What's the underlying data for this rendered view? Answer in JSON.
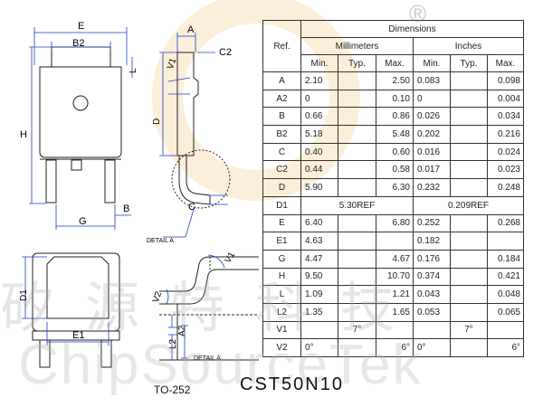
{
  "watermark": {
    "registered_mark": "®",
    "chinese_text": "矽源特科技",
    "english_text": "ChipSourceTek"
  },
  "drawing": {
    "labels": {
      "E": "E",
      "B2": "B2",
      "L": "L",
      "H": "H",
      "G": "G",
      "B": "B",
      "A": "A",
      "C2": "C2",
      "V1": "V1",
      "D": "D",
      "C": "C",
      "detail_a": "DETAIL A",
      "D1": "D1",
      "E1": "E1",
      "V2": "V2",
      "A2": "A2",
      "L2": "L2",
      "detail_a2": "DETAIL A"
    },
    "package_name": "TO-252",
    "part_number": "CST50N10"
  },
  "table": {
    "ref_header": "Ref.",
    "dimensions_header": "Dimensions",
    "millimeters_header": "Millimeters",
    "inches_header": "Inches",
    "sub_headers": [
      "Min.",
      "Typ.",
      "Max.",
      "Min.",
      "Typ.",
      "Max."
    ],
    "rows": [
      {
        "ref": "A",
        "mm_min": "2.10",
        "mm_typ": "",
        "mm_max": "2.50",
        "in_min": "0.083",
        "in_typ": "",
        "in_max": "0.098"
      },
      {
        "ref": "A2",
        "mm_min": "0",
        "mm_typ": "",
        "mm_max": "0.10",
        "in_min": "0",
        "in_typ": "",
        "in_max": "0.004"
      },
      {
        "ref": "B",
        "mm_min": "0.66",
        "mm_typ": "",
        "mm_max": "0.86",
        "in_min": "0.026",
        "in_typ": "",
        "in_max": "0.034"
      },
      {
        "ref": "B2",
        "mm_min": "5.18",
        "mm_typ": "",
        "mm_max": "5.48",
        "in_min": "0.202",
        "in_typ": "",
        "in_max": "0.216"
      },
      {
        "ref": "C",
        "mm_min": "0.40",
        "mm_typ": "",
        "mm_max": "0.60",
        "in_min": "0.016",
        "in_typ": "",
        "in_max": "0.024"
      },
      {
        "ref": "C2",
        "mm_min": "0.44",
        "mm_typ": "",
        "mm_max": "0.58",
        "in_min": "0.017",
        "in_typ": "",
        "in_max": "0.023"
      },
      {
        "ref": "D",
        "mm_min": "5.90",
        "mm_typ": "",
        "mm_max": "6.30",
        "in_min": "0.232",
        "in_typ": "",
        "in_max": "0.248"
      },
      {
        "ref": "D1",
        "mm_ref": "5.30REF",
        "in_ref": "0.209REF"
      },
      {
        "ref": "E",
        "mm_min": "6.40",
        "mm_typ": "",
        "mm_max": "6.80",
        "in_min": "0.252",
        "in_typ": "",
        "in_max": "0.268"
      },
      {
        "ref": "E1",
        "mm_min": "4.63",
        "mm_typ": "",
        "mm_max": "",
        "in_min": "0.182",
        "in_typ": "",
        "in_max": ""
      },
      {
        "ref": "G",
        "mm_min": "4.47",
        "mm_typ": "",
        "mm_max": "4.67",
        "in_min": "0.176",
        "in_typ": "",
        "in_max": "0.184"
      },
      {
        "ref": "H",
        "mm_min": "9.50",
        "mm_typ": "",
        "mm_max": "10.70",
        "in_min": "0.374",
        "in_typ": "",
        "in_max": "0.421"
      },
      {
        "ref": "L",
        "mm_min": "1.09",
        "mm_typ": "",
        "mm_max": "1.21",
        "in_min": "0.043",
        "in_typ": "",
        "in_max": "0.048"
      },
      {
        "ref": "L2",
        "mm_min": "1.35",
        "mm_typ": "",
        "mm_max": "1.65",
        "in_min": "0.053",
        "in_typ": "",
        "in_max": "0.065"
      },
      {
        "ref": "V1",
        "mm_min": "",
        "mm_typ": "7°",
        "mm_max": "",
        "in_min": "",
        "in_typ": "7°",
        "in_max": ""
      },
      {
        "ref": "V2",
        "mm_min": "0°",
        "mm_typ": "",
        "mm_max": "6°",
        "in_min": "0°",
        "in_typ": "",
        "in_max": "6°"
      }
    ]
  }
}
